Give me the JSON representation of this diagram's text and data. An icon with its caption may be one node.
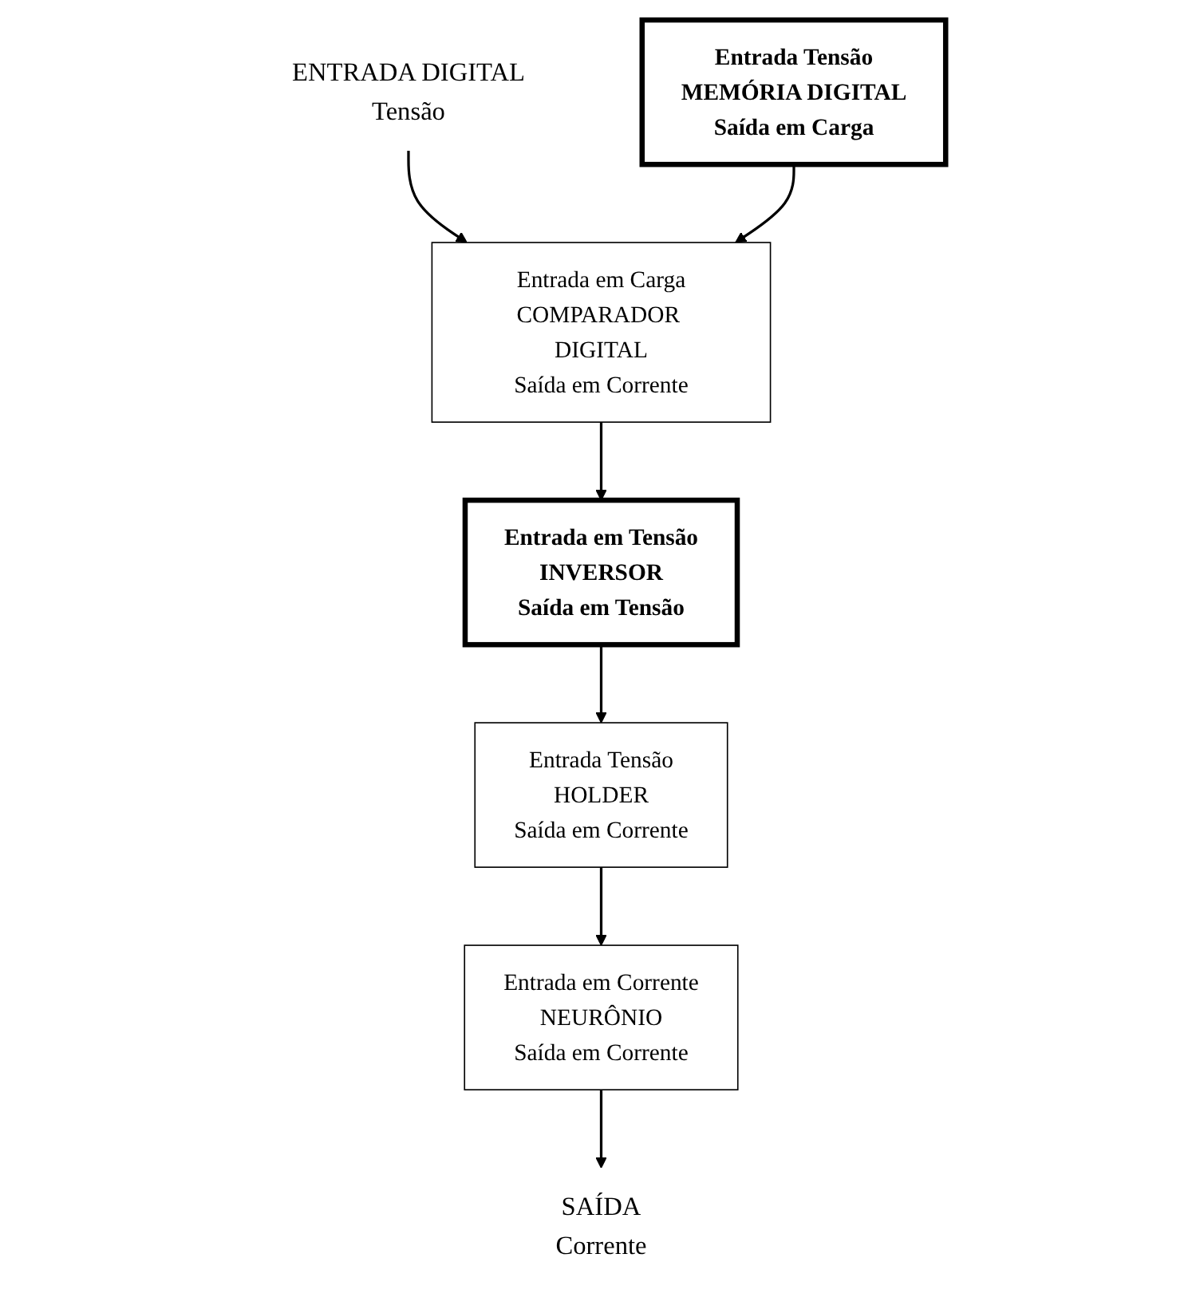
{
  "diagram": {
    "nodes": [
      {
        "text": [
          "ENTRADA DIGITAL",
          "Tensão"
        ]
      },
      {
        "text": [
          "Entrada em Carga",
          "COMPARADOR DIGITAL",
          "Saída em Corrente"
        ]
      },
      {
        "text": [
          "Entrada em Tensão",
          "INVERSOR",
          "Saída em Tensão"
        ]
      },
      {
        "text": [
          "Entrada Tensão",
          "MEMÓRIA DIGITAL",
          "Saída em Carga"
        ]
      },
      {
        "text": [
          "Entrada Tensão",
          "HOLDER",
          "Saída em Corrente"
        ]
      },
      {
        "text": [
          "Entrada em Corrente",
          "NEURÔNIO",
          "Saída em Corrente"
        ]
      },
      {
        "text": [
          "SAÍDA",
          "Corrente"
        ]
      }
    ],
    "edges": [
      {
        "from": 0,
        "to": 1,
        "arrow": "to"
      },
      {
        "from": 1,
        "to": 2,
        "arrow": "to"
      },
      {
        "from": 3,
        "to": 1,
        "arrow": "to"
      },
      {
        "from": 2,
        "to": 4,
        "arrow": "to"
      },
      {
        "from": 4,
        "to": 5,
        "arrow": "to"
      },
      {
        "from": 5,
        "to": 6,
        "arrow": "to"
      }
    ]
  }
}
